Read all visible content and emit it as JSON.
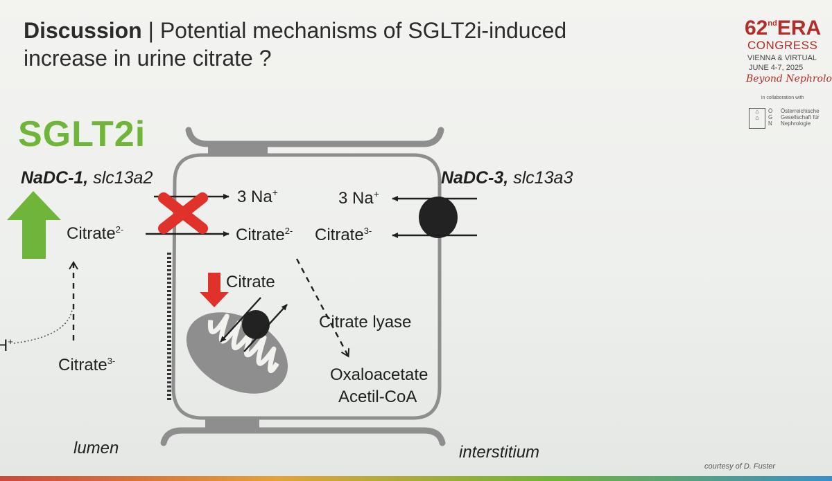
{
  "slide": {
    "title_bold": "Discussion",
    "title_sep": " | ",
    "title_rest": "Potential mechanisms of SGLT2i-induced",
    "title_line2": "increase in urine citrate ?"
  },
  "logo": {
    "number": "62",
    "superscript": "nd",
    "name": "ERA",
    "congress": "CONGRESS",
    "location": "VIENNA & VIRTUAL",
    "dates": "JUNE 4-7, 2025",
    "tagline": "Beyond Nephrology",
    "collab": "in collaboration with",
    "partner_letters": [
      "Ö",
      "G",
      "N"
    ],
    "partner_lines": [
      "Österreichische",
      "Gesellschaft für",
      "Nephrologie"
    ]
  },
  "diagram": {
    "drug_label": "SGLT2i",
    "left_transporter_bold": "NaDC-1,",
    "left_transporter_gene": " slc13a2",
    "right_transporter_bold": "NaDC-3,",
    "right_transporter_gene": " slc13a3",
    "na_in": "3 Na",
    "na_out": "3 Na",
    "na_charge": "+",
    "citrate": "Citrate",
    "charge_2": "2-",
    "charge_3": "3-",
    "citrate_cell_label": "Citrate",
    "lyase_label": "Citrate lyase",
    "product1": "Oxaloacetate",
    "product2": "Acetil-CoA",
    "proton": "H",
    "proton_charge": "+",
    "lumen_label": "lumen",
    "interstitium_label": "interstitium",
    "colors": {
      "green": "#6fb53a",
      "red": "#e0312b",
      "gray": "#8e8e8e",
      "dark": "#222222"
    }
  },
  "footer": {
    "courtesy": "courtesy of D. Fuster"
  }
}
